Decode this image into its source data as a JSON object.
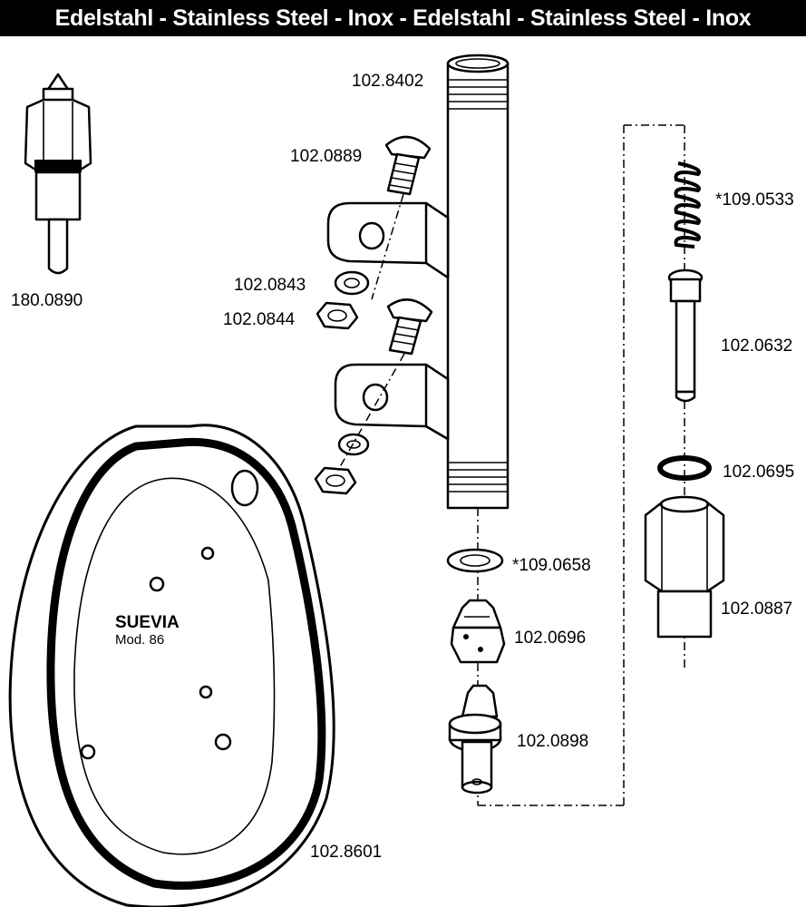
{
  "header": {
    "title": "Edelstahl - Stainless Steel - Inox - Edelstahl - Stainless Steel - Inox"
  },
  "parts": {
    "nipple_valve": "180.0890",
    "pipe": "102.8402",
    "carriage_bolt": "102.0889",
    "washer": "102.0843",
    "nut": "102.0844",
    "spring": "*109.0533",
    "pin": "102.0632",
    "o_ring": "102.0695",
    "hex_nut_large": "102.0887",
    "gasket": "*109.0658",
    "nozzle": "102.0696",
    "valve_body": "102.0898",
    "bowl": "102.8601"
  },
  "bowl_text": {
    "brand": "SUEVIA",
    "model": "Mod. 86"
  }
}
